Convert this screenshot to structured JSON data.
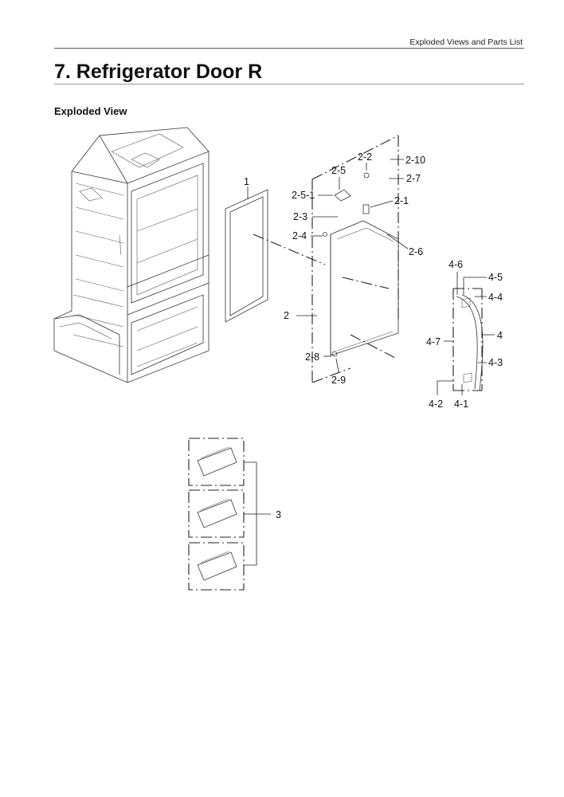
{
  "header": {
    "running_title": "Exploded Views and Parts List",
    "page_title": "7.  Refrigerator Door R",
    "section": "Exploded View"
  },
  "callouts": {
    "p1": "1",
    "p2": "2",
    "p2_1": "2-1",
    "p2_2": "2-2",
    "p2_3": "2-3",
    "p2_4": "2-4",
    "p2_5": "2-5",
    "p2_5_1": "2-5-1",
    "p2_6": "2-6",
    "p2_7": "2-7",
    "p2_8": "2-8",
    "p2_9": "2-9",
    "p2_10": "2-10",
    "p3": "3",
    "p4": "4",
    "p4_1": "4-1",
    "p4_2": "4-2",
    "p4_3": "4-3",
    "p4_4": "4-4",
    "p4_5": "4-5",
    "p4_6": "4-6",
    "p4_7": "4-7"
  }
}
